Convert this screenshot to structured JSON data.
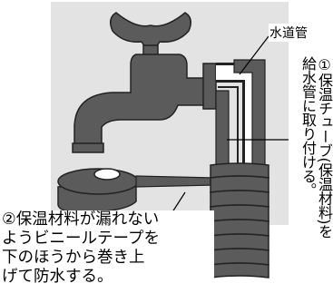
{
  "labels": {
    "pipe": "水道管",
    "step1": "①保温チューブ(保温材料)を\n給水管に取り付ける。",
    "step2": "②保温材料が漏れない\nようビニールテープを\n下のほうから巻き上\nげて防水する。"
  },
  "colors": {
    "background_panel": "#e3e3e3",
    "dark_gray": "#5b5b5b",
    "pipe_white": "#ffffff"
  }
}
